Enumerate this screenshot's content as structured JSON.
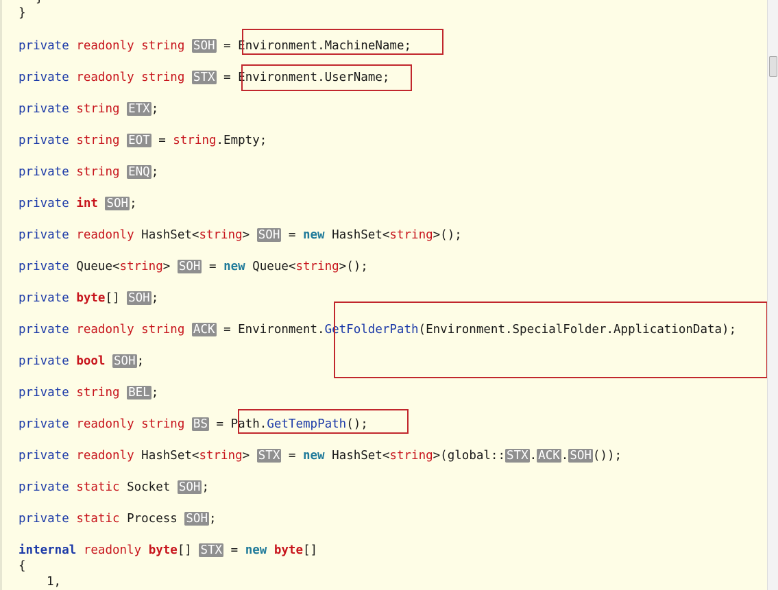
{
  "code": {
    "l00": [
      "}"
    ],
    "l01": [
      "private",
      "readonly",
      "string",
      "SOH",
      "=",
      "Environment.MachineName;"
    ],
    "l02": [
      "private",
      "readonly",
      "string",
      "STX",
      "=",
      "Environment.UserName;"
    ],
    "l03": [
      "private",
      "string",
      "ETX",
      ";"
    ],
    "l04": [
      "private",
      "string",
      "EOT",
      " = ",
      "string",
      ".Empty;"
    ],
    "l05": [
      "private",
      "string",
      "ENQ",
      ";"
    ],
    "l06": [
      "private",
      "int",
      "SOH",
      ";"
    ],
    "l07": [
      "private",
      "readonly",
      "HashSet<",
      "string",
      ">",
      "SOH",
      " = ",
      "new",
      " HashSet<",
      "string",
      ">();"
    ],
    "l08": [
      "private",
      "Queue<",
      "string",
      ">",
      "SOH",
      " = ",
      "new",
      " Queue<",
      "string",
      ">();"
    ],
    "l09": [
      "private",
      "byte",
      "[]",
      "SOH",
      ";"
    ],
    "l10": [
      "private",
      "readonly",
      "string",
      "ACK",
      " = Environment.",
      "GetFolderPath",
      "(Environment.SpecialFolder.ApplicationData);"
    ],
    "l11": [
      "private",
      "bool",
      "SOH",
      ";"
    ],
    "l12": [
      "private",
      "string",
      "BEL",
      ";"
    ],
    "l13": [
      "private",
      "readonly",
      "string",
      "BS",
      "=",
      "Path.",
      "GetTempPath",
      "();"
    ],
    "l14": [
      "private",
      "readonly",
      "HashSet<",
      "string",
      ">",
      "STX",
      " = ",
      "new",
      " HashSet<",
      "string",
      ">(global::",
      "STX",
      ".",
      "ACK",
      ".",
      "SOH",
      "());"
    ],
    "l15": [
      "private",
      "static",
      "Socket",
      "SOH",
      ";"
    ],
    "l16": [
      "private",
      "static",
      "Process",
      "SOH",
      ";"
    ],
    "l17": [
      "internal",
      "readonly",
      "byte",
      "[]",
      "STX",
      " = ",
      "new",
      "byte",
      "[]"
    ],
    "l18": [
      "{"
    ],
    "l19": [
      "1,"
    ]
  }
}
